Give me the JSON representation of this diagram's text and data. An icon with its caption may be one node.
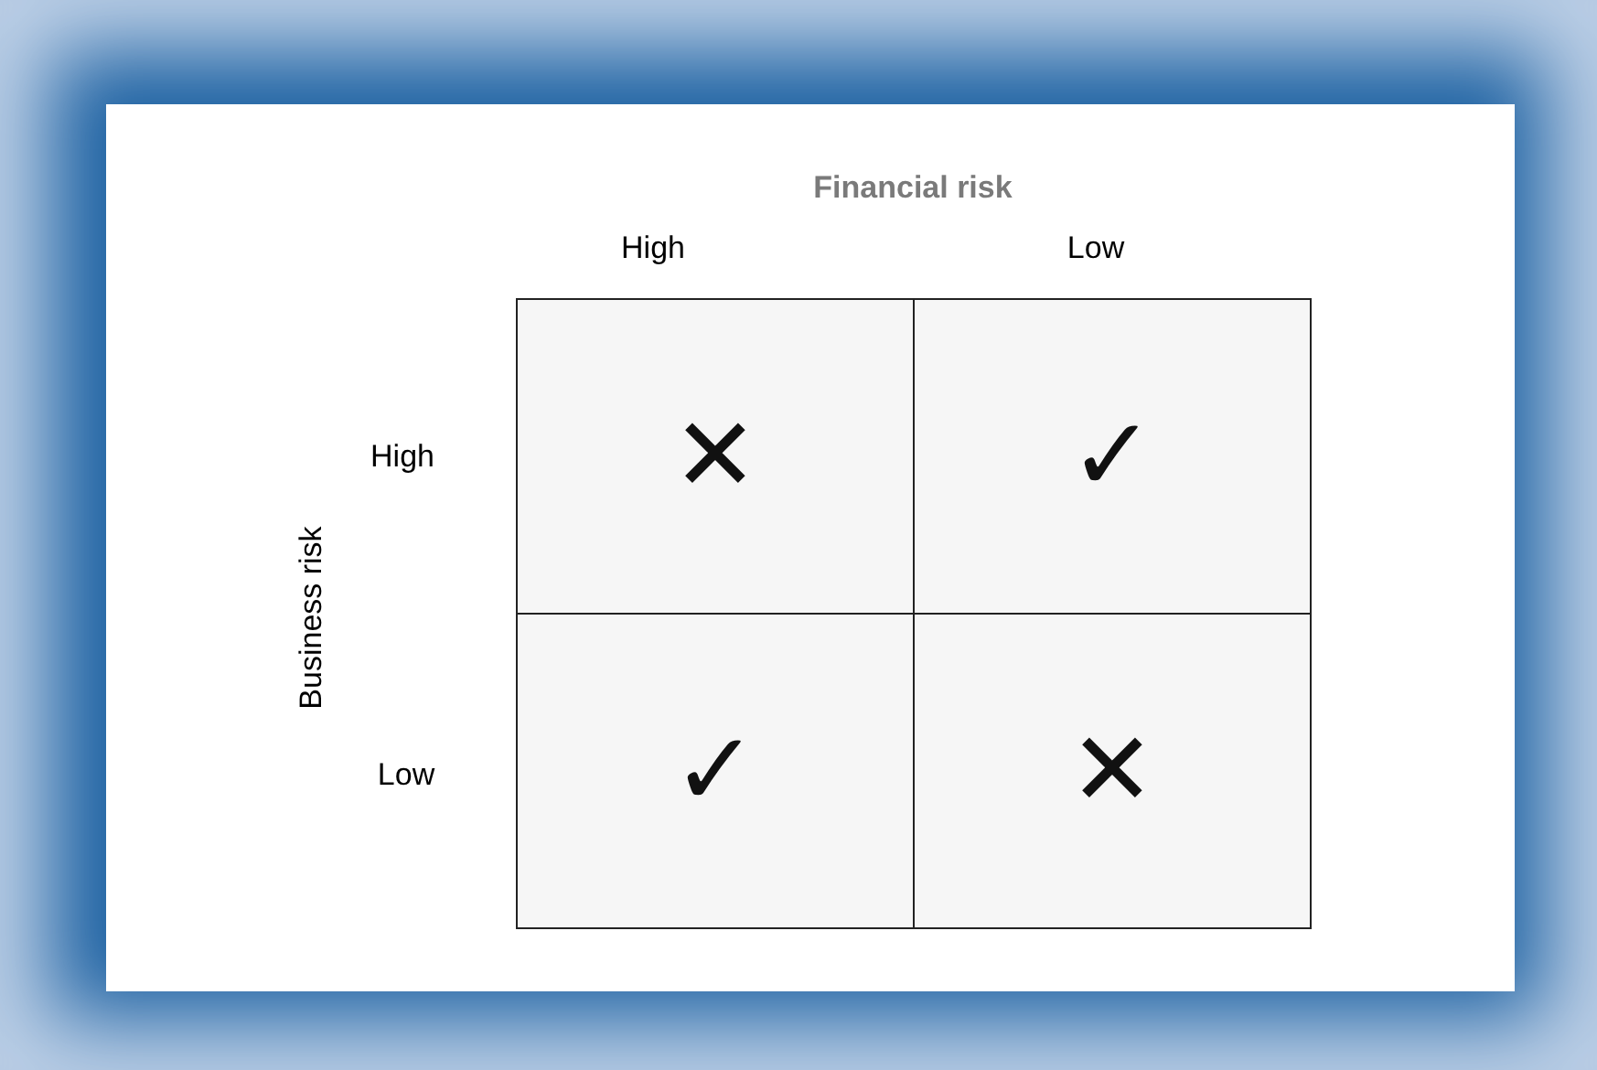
{
  "diagram": {
    "labels": [
      "Financial risk",
      "High",
      "Low",
      "Business risk",
      "High",
      "Low",
      "✕",
      "✓",
      "✓",
      "✕"
    ]
  }
}
